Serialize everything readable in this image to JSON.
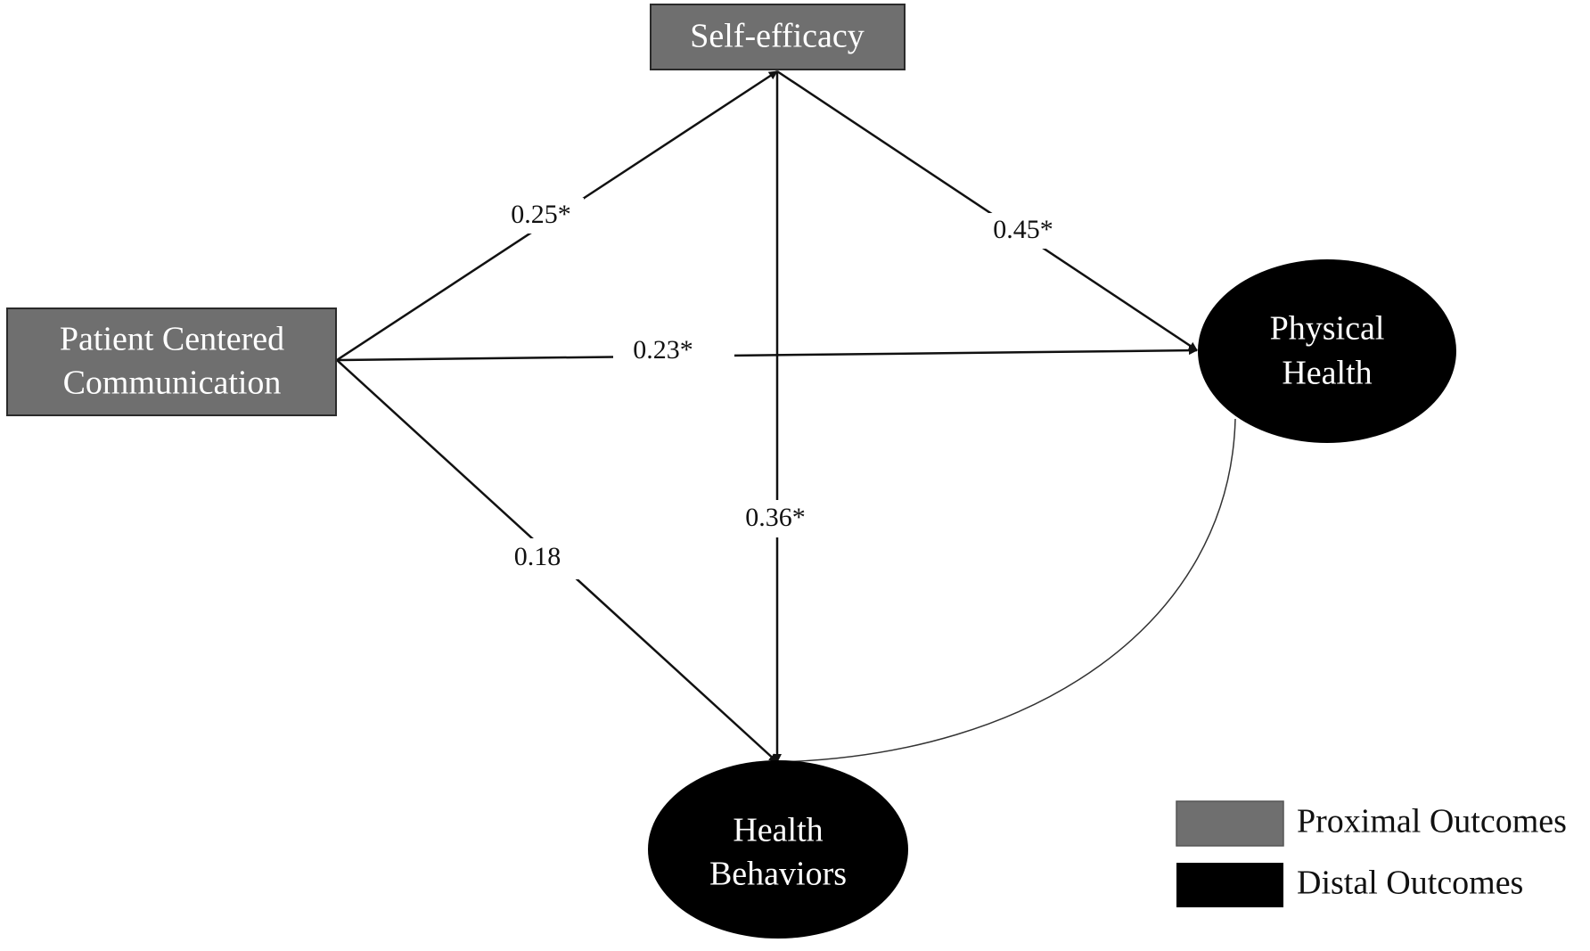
{
  "nodes": {
    "self_efficacy": {
      "label": "Self-efficacy",
      "type": "proximal"
    },
    "patient_centered_communication": {
      "lines": [
        "Patient Centered",
        "Communication"
      ],
      "type": "proximal"
    },
    "physical_health": {
      "lines": [
        "Physical",
        "Health"
      ],
      "type": "distal"
    },
    "health_behaviors": {
      "lines": [
        "Health",
        "Behaviors"
      ],
      "type": "distal"
    }
  },
  "paths": {
    "pcc_to_self_efficacy": "0.25*",
    "self_efficacy_to_physical_health": "0.45*",
    "pcc_to_physical_health": "0.23*",
    "self_efficacy_to_health_behaviors": "0.36*",
    "pcc_to_health_behaviors": "0.18"
  },
  "legend": {
    "proximal": {
      "label": "Proximal Outcomes",
      "color": "#6f6f6f"
    },
    "distal": {
      "label": "Distal Outcomes",
      "color": "#000000"
    }
  },
  "colors": {
    "proximal_fill": "#6f6f6f",
    "distal_fill": "#000000",
    "node_text": "#ffffff",
    "line": "#111111"
  }
}
